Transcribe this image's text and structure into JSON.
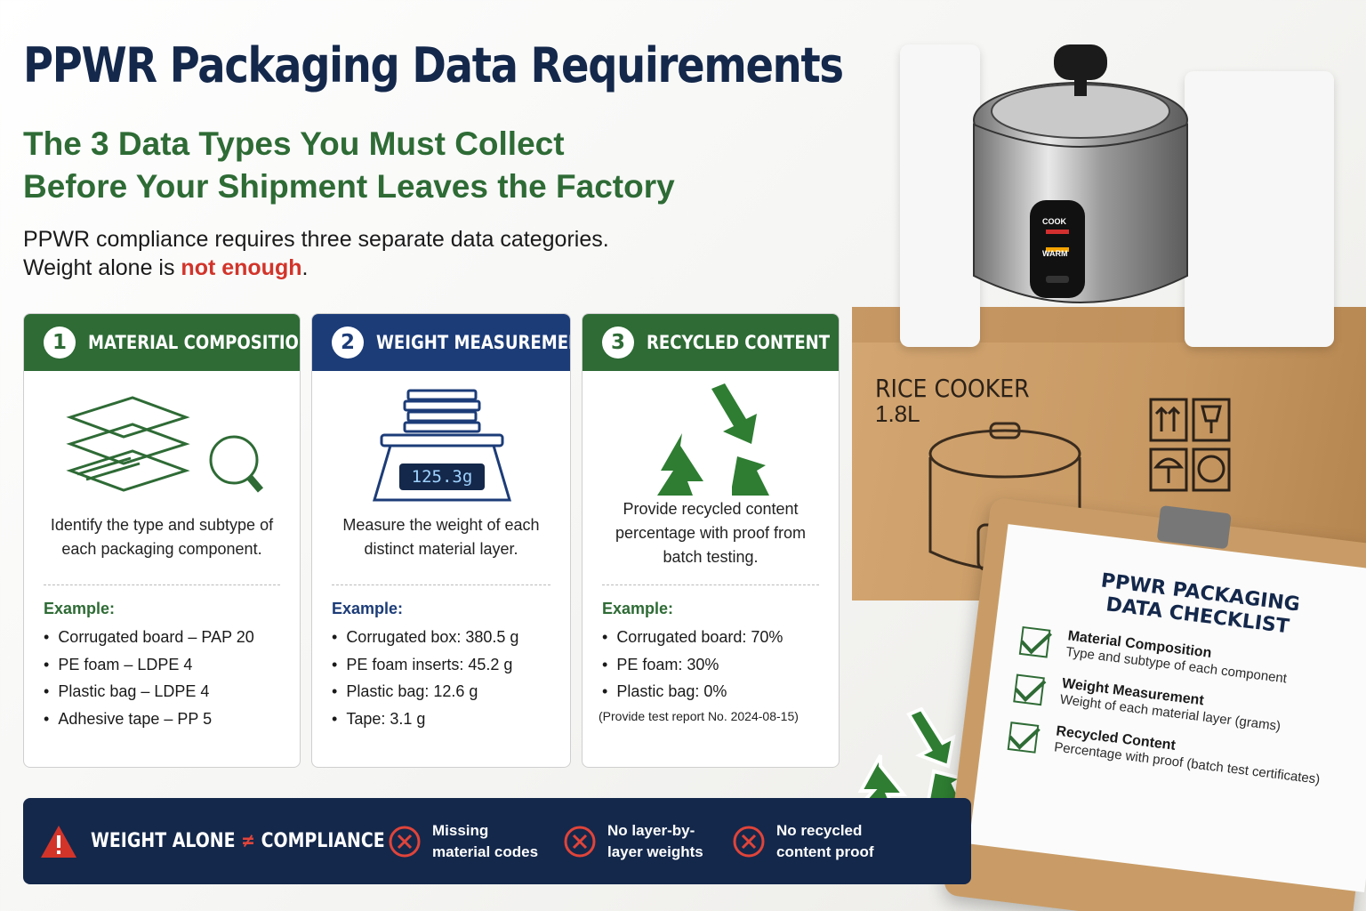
{
  "header": {
    "title": "PPWR Packaging Data Requirements",
    "subtitle_line1": "The 3 Data Types You Must Collect",
    "subtitle_line2": "Before Your Shipment Leaves the Factory",
    "intro_line1": "PPWR compliance requires three separate data categories.",
    "intro_line2_pre": "Weight alone is ",
    "intro_line2_red": "not enough",
    "intro_line2_post": "."
  },
  "cards": [
    {
      "number": "1",
      "title": "MATERIAL COMPOSITION",
      "description": "Identify the type and subtype of each packaging component.",
      "example_label": "Example:",
      "examples": [
        "Corrugated board – PAP 20",
        "PE foam – LDPE 4",
        "Plastic bag – LDPE 4",
        "Adhesive tape – PP 5"
      ]
    },
    {
      "number": "2",
      "title": "WEIGHT MEASUREMENT",
      "description": "Measure the weight of each distinct material layer.",
      "scale_readout": "125.3g",
      "example_label": "Example:",
      "examples": [
        "Corrugated box: 380.5 g",
        "PE foam inserts: 45.2 g",
        "Plastic bag: 12.6 g",
        "Tape: 3.1 g"
      ]
    },
    {
      "number": "3",
      "title": "RECYCLED CONTENT",
      "description": "Provide recycled content percentage with proof from batch testing.",
      "example_label": "Example:",
      "examples": [
        "Corrugated board: 70%",
        "PE foam: 30%",
        "Plastic bag: 0%"
      ],
      "note": "(Provide test report No. 2024-08-15)"
    }
  ],
  "banner": {
    "warning_pre": "WEIGHT ALONE ",
    "warning_neq": "≠",
    "warning_post": " COMPLIANCE",
    "items": [
      "Missing material codes",
      "No layer-by-layer weights",
      "No recycled content proof"
    ]
  },
  "product": {
    "box_label": "RICE COOKER",
    "box_size": "1.8L",
    "cooker_button_1": "COOK",
    "cooker_button_2": "WARM"
  },
  "checklist": {
    "title_line1": "PPWR PACKAGING",
    "title_line2": "DATA CHECKLIST",
    "items": [
      {
        "title": "Material Composition",
        "subtitle": "Type and subtype of each component"
      },
      {
        "title": "Weight Measurement",
        "subtitle": "Weight of each material layer (grams)"
      },
      {
        "title": "Recycled Content",
        "subtitle": "Percentage with proof (batch test certificates)"
      }
    ]
  },
  "colors": {
    "navy": "#14284b",
    "green": "#2e6b35",
    "blue": "#1c3c78",
    "red": "#d2342a",
    "cardboard": "#c99c67"
  }
}
